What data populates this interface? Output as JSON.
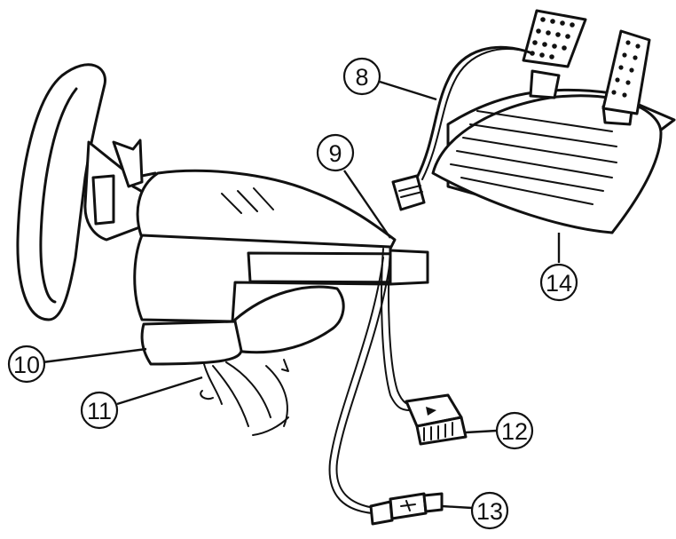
{
  "callouts": [
    {
      "id": "8",
      "label": "8"
    },
    {
      "id": "9",
      "label": "9"
    },
    {
      "id": "10",
      "label": "10"
    },
    {
      "id": "11",
      "label": "11"
    },
    {
      "id": "12",
      "label": "12"
    },
    {
      "id": "13",
      "label": "13"
    },
    {
      "id": "14",
      "label": "14"
    }
  ],
  "colors": {
    "line": "#111111",
    "background": "#ffffff"
  }
}
